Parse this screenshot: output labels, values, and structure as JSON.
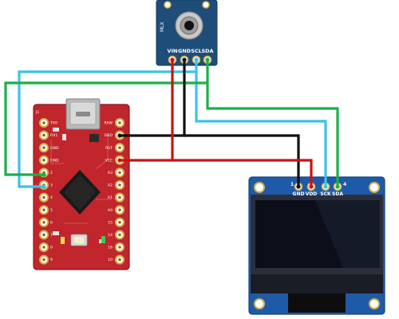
{
  "colors": {
    "background": "#ffffff",
    "pcb_red": "#c0262c",
    "pcb_dark": "#9b1c22",
    "sensor_blue": "#1f4d7a",
    "oled_blue": "#1f5aa8",
    "oled_screen": "#0c0f1a",
    "wire_cyan": "#39c3e8",
    "wire_green": "#19b04a",
    "wire_black": "#111111",
    "wire_red": "#cc1111",
    "gold": "#d7b04a"
  },
  "sensor": {
    "model_label": "MLX",
    "pins": [
      "VIN",
      "GND",
      "SCL",
      "SDA"
    ]
  },
  "oled": {
    "pins": [
      "GND",
      "VDD",
      "SCK",
      "SDA"
    ],
    "pin_numbers": [
      "1",
      "4"
    ]
  },
  "arduino": {
    "left_pins": [
      "TX0",
      "RX1",
      "GND",
      "GND",
      "2",
      "3",
      "4",
      "5",
      "6",
      "7",
      "8",
      "9"
    ],
    "right_pins": [
      "RAW",
      "GND",
      "RST",
      "VCC",
      "A3",
      "A2",
      "A1",
      "A0",
      "15",
      "14",
      "16",
      "10"
    ],
    "top_left_label": "J1"
  },
  "wires": [
    {
      "name": "wire-cyan-scl",
      "color": "cyan",
      "from": "SCL",
      "to": "SCK"
    },
    {
      "name": "wire-green-sda",
      "color": "green",
      "from": "SDA",
      "to": "SDA"
    },
    {
      "name": "wire-black-gnd",
      "color": "black",
      "from": "GND",
      "to": "GND"
    },
    {
      "name": "wire-red-vcc",
      "color": "red",
      "from": "VIN",
      "to": "VDD"
    }
  ]
}
